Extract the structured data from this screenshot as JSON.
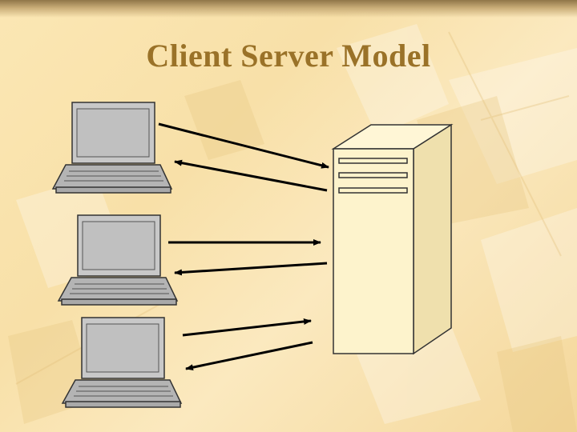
{
  "slide": {
    "title": "Client Server Model"
  },
  "diagram": {
    "clients": [
      {
        "name": "laptop-1"
      },
      {
        "name": "laptop-2"
      },
      {
        "name": "laptop-3"
      }
    ],
    "server": {
      "name": "server-tower",
      "drive_bays": 3
    },
    "connections": [
      {
        "from": "laptop-1",
        "to": "server",
        "direction": "to-server"
      },
      {
        "from": "server",
        "to": "laptop-1",
        "direction": "to-client"
      },
      {
        "from": "laptop-2",
        "to": "server",
        "direction": "to-server"
      },
      {
        "from": "server",
        "to": "laptop-2",
        "direction": "to-client"
      },
      {
        "from": "laptop-3",
        "to": "server",
        "direction": "to-server"
      },
      {
        "from": "server",
        "to": "laptop-3",
        "direction": "to-client"
      }
    ]
  },
  "colors": {
    "title": "#9a7228",
    "background": "#fbe7b4",
    "device_outline": "#333333",
    "laptop_screen": "#c8c8c8",
    "laptop_body": "#b4b4b4",
    "server_fill": "#fdf3cc",
    "arrow": "#000000"
  }
}
